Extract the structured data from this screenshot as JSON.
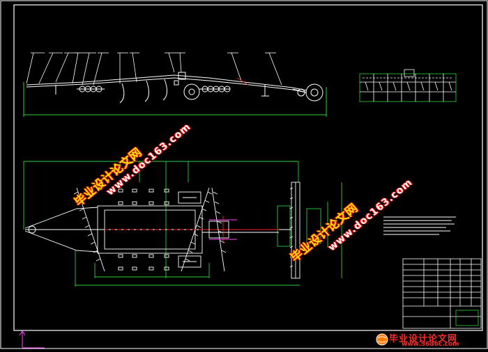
{
  "watermark": {
    "site_cn": "毕业设计论文网",
    "site_url": "www.doc163.com"
  },
  "brand": {
    "name_cn": "毕业设计论文网",
    "url": "www.56doc.com"
  },
  "colors": {
    "background": "#000000",
    "line_white": "#ffffff",
    "line_green": "#2fd13a",
    "line_red": "#ff2020",
    "line_magenta": "#ff40ff",
    "line_yellow": "#ffee00",
    "watermark_text": "#ffe400",
    "watermark_outline": "#ff0000"
  }
}
